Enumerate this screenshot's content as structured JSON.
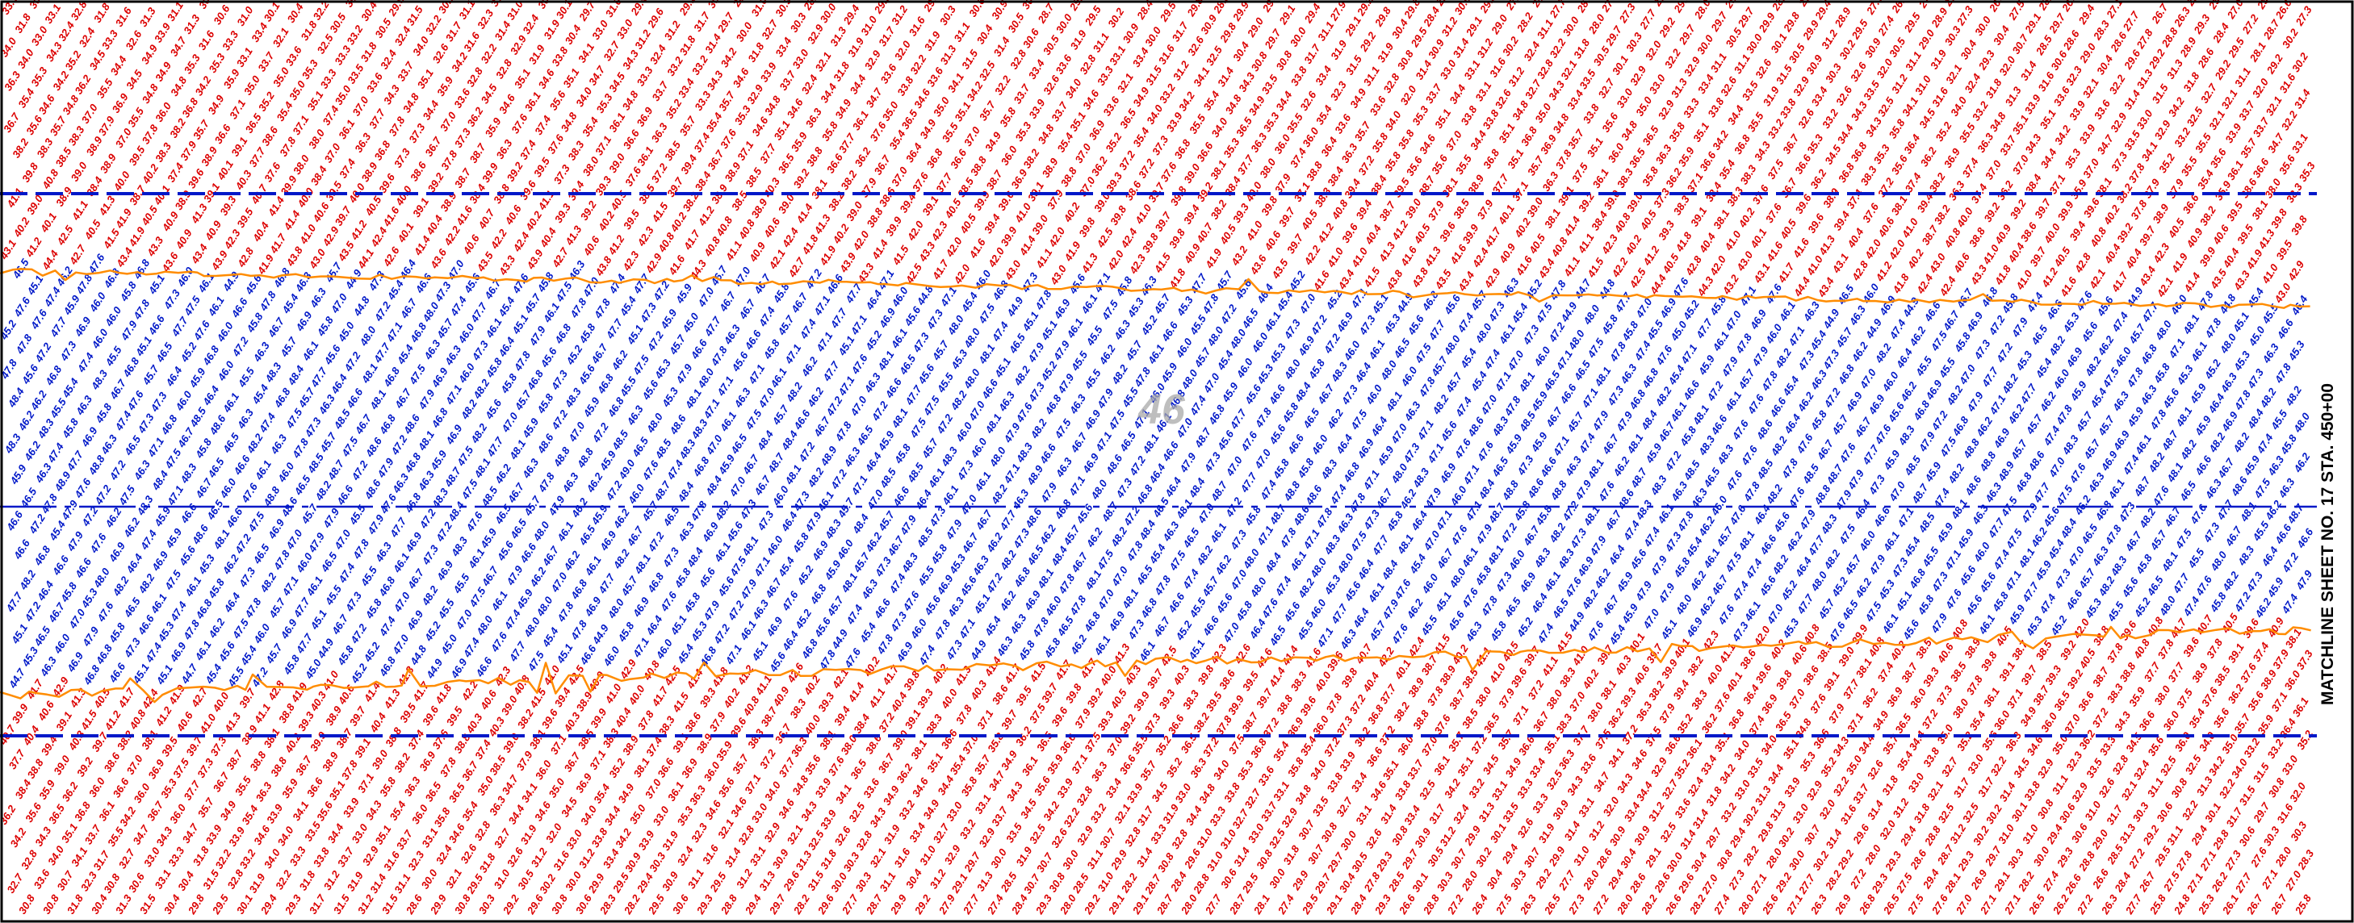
{
  "sheet": {
    "page_number": "46",
    "matchline_label": "MATCHLINE SHEET NO. 17 STA. 450+00"
  },
  "colors": {
    "channel_soundings": "#0018c8",
    "overbank_soundings": "#dc0000",
    "toe_line": "#ff8c00",
    "limit_lines": "#0018c8",
    "border": "#000000"
  },
  "map_data": {
    "type": "hydrographic survey sounding sheet",
    "channel_depth_range_ft": [
      44.4,
      49.0
    ],
    "overbank_depth_range_ft": [
      23.1,
      43.9
    ],
    "shallowing_direction": "left-to-right",
    "limit_lines": [
      "upper channel limit (dashed)",
      "channel centerline (dash-dot)",
      "lower channel limit (dashed)"
    ]
  }
}
